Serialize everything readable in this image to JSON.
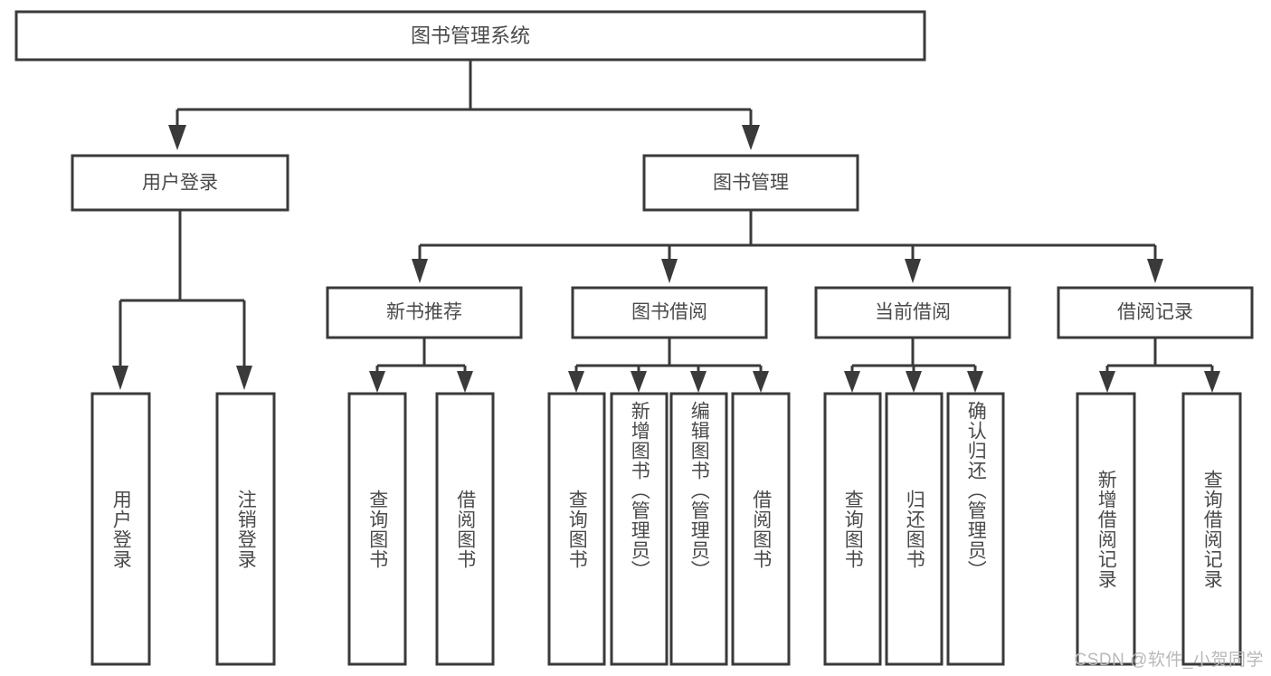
{
  "diagram": {
    "type": "tree-hierarchy",
    "title": "图书管理系统",
    "watermark": "CSDN @软件_小贺同学",
    "colors": {
      "stroke": "#3a3a3a",
      "box_fill": "#ffffff",
      "text": "#4a4a4a",
      "background": "#ffffff",
      "watermark": "#b9b9b9"
    },
    "root": {
      "label": "图书管理系统",
      "orientation": "horizontal"
    },
    "level2": [
      {
        "label": "用户登录",
        "orientation": "horizontal"
      },
      {
        "label": "图书管理",
        "orientation": "horizontal"
      }
    ],
    "level3": [
      {
        "label": "新书推荐",
        "orientation": "horizontal",
        "parent": "图书管理"
      },
      {
        "label": "图书借阅",
        "orientation": "horizontal",
        "parent": "图书管理"
      },
      {
        "label": "当前借阅",
        "orientation": "horizontal",
        "parent": "图书管理"
      },
      {
        "label": "借阅记录",
        "orientation": "horizontal",
        "parent": "图书管理"
      }
    ],
    "leaves": {
      "用户登录": [
        {
          "label": "用户登录",
          "orientation": "vertical"
        },
        {
          "label": "注销登录",
          "orientation": "vertical"
        }
      ],
      "新书推荐": [
        {
          "label": "查询图书",
          "orientation": "vertical"
        },
        {
          "label": "借阅图书",
          "orientation": "vertical"
        }
      ],
      "图书借阅": [
        {
          "label": "查询图书",
          "orientation": "vertical"
        },
        {
          "label": "新增图书（管理员）",
          "orientation": "vertical"
        },
        {
          "label": "编辑图书（管理员）",
          "orientation": "vertical"
        },
        {
          "label": "借阅图书",
          "orientation": "vertical"
        }
      ],
      "当前借阅": [
        {
          "label": "查询图书",
          "orientation": "vertical"
        },
        {
          "label": "归还图书",
          "orientation": "vertical"
        },
        {
          "label": "确认归还（管理员）",
          "orientation": "vertical"
        }
      ],
      "借阅记录": [
        {
          "label": "新增借阅记录",
          "orientation": "vertical"
        },
        {
          "label": "查询借阅记录",
          "orientation": "vertical"
        }
      ]
    }
  }
}
